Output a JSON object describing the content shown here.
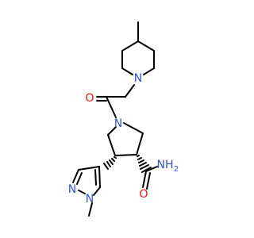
{
  "atoms": {
    "n_piperidine": "N",
    "o_carbonyl": "O",
    "n_pyrrolidine": "N",
    "nh2_amide": "NH",
    "nh2_subscript": "2",
    "o_amide": "O",
    "n_pyrazole_1": "N",
    "n_pyrazole_2": "N"
  },
  "colors": {
    "bond": "#000000",
    "nitrogen": "#3050F8",
    "oxygen": "#FF0D0D"
  }
}
